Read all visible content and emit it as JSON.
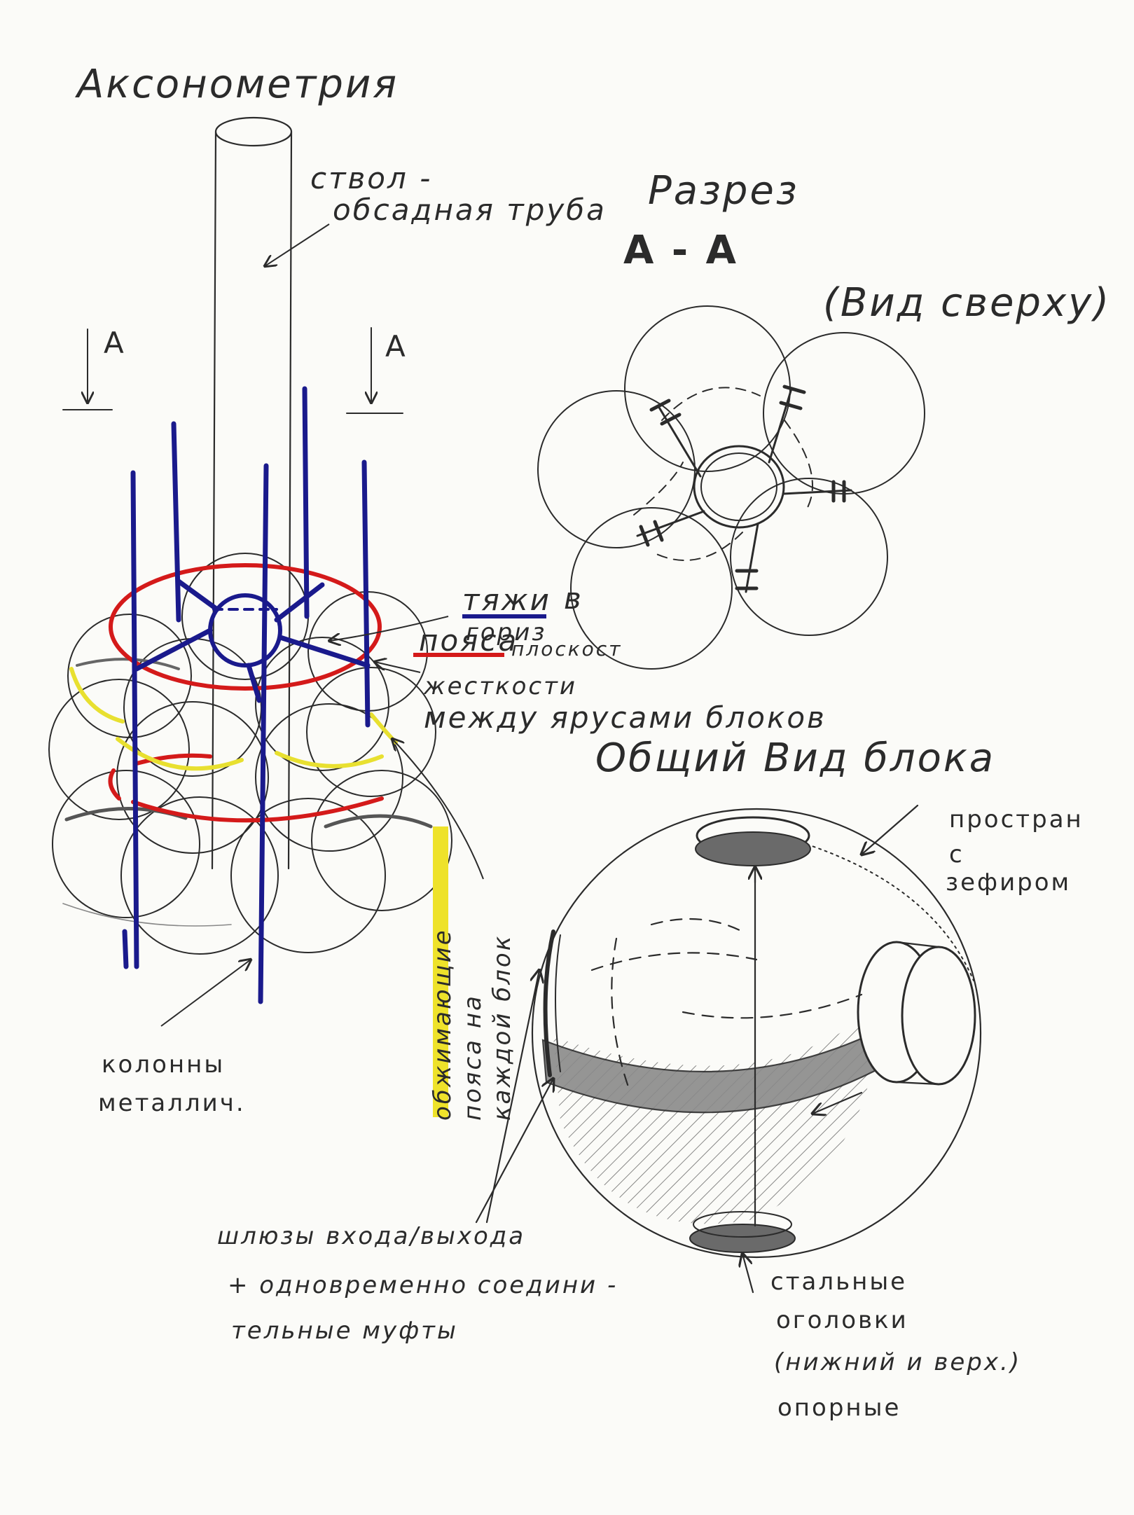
{
  "title": "Аксонометрия",
  "section": {
    "title": "Разрез",
    "label": "А - А",
    "subtitle": "(Вид сверху)",
    "arrow_label_left": "А",
    "arrow_label_right": "А"
  },
  "annotations": {
    "trunk_line1": "ствол -",
    "trunk_line2": "обсадная труба",
    "rods_word": "тяжи",
    "rods_rest": "в",
    "rods_line2": "гориз",
    "rods_line3": "плоскост",
    "belts_word": "пояса",
    "belts_line2": "жесткости",
    "belts_line3": "между ярусами блоков",
    "columns_line1": "колонны",
    "columns_line2": "металлич.",
    "clamp_line1": "обжимающие",
    "clamp_line2": "пояса на",
    "clamp_line3": "каждой блок"
  },
  "block": {
    "title": "Общий Вид блока",
    "space_line1": "простран",
    "space_line2": "с",
    "space_line3": "зефиром",
    "locks_line1": "шлюзы входа/выхода",
    "locks_line2": "+ одновременно соедини -",
    "locks_line3": "тельные муфты",
    "heads_line1": "стальные",
    "heads_line2": "оголовки",
    "heads_line3": "(нижний и верх.)",
    "heads_line4": "опорные"
  },
  "colors": {
    "pencil": "#2b2b2b",
    "rods_blue": "#1a1a8c",
    "belts_red": "#d41a1a",
    "clamp_yellow": "#e8e030"
  }
}
